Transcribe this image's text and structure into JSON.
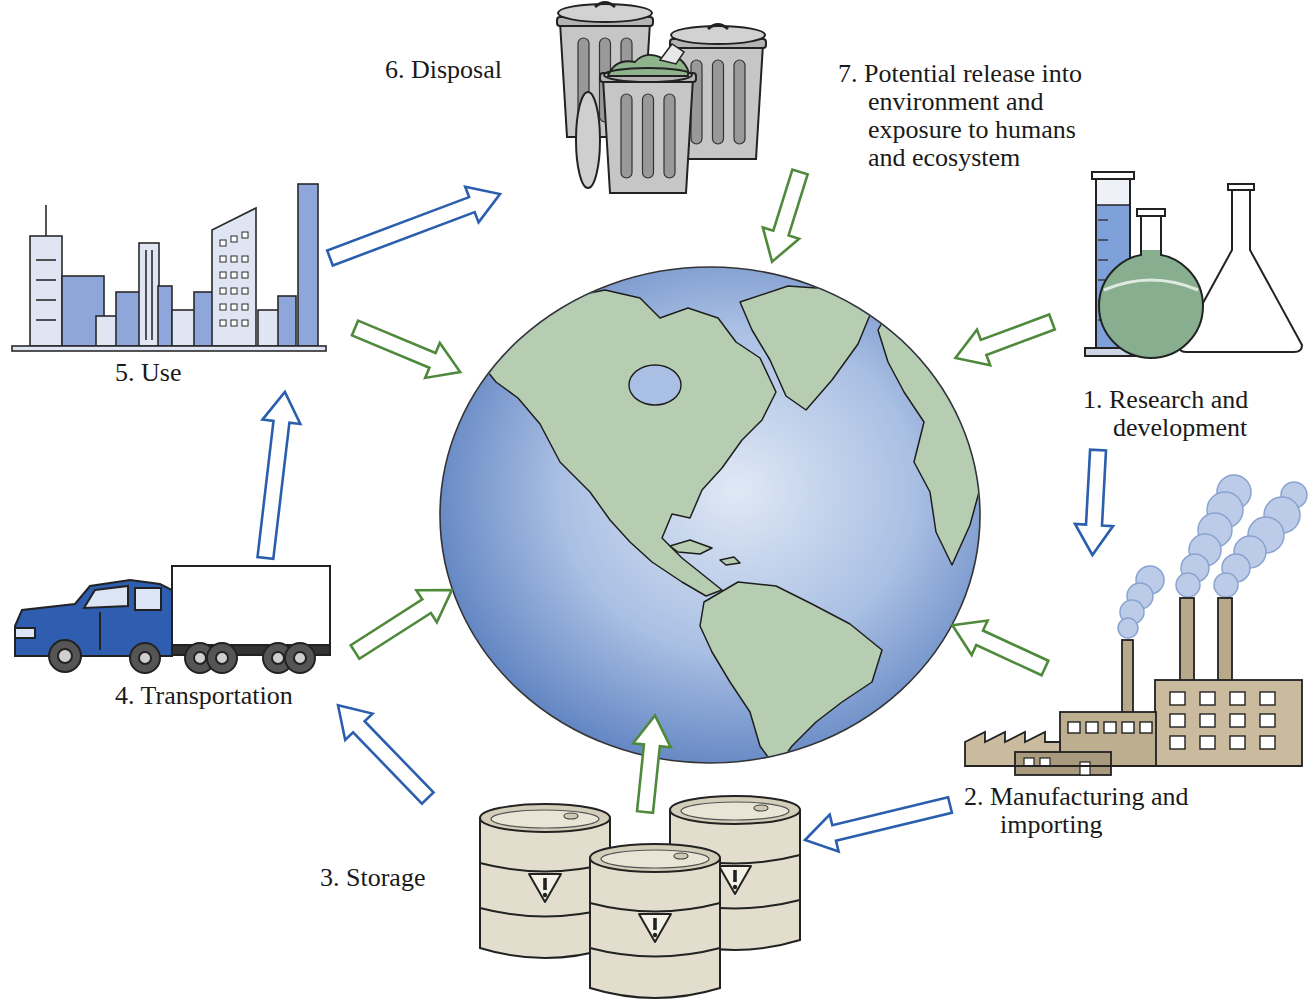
{
  "diagram": {
    "nodes": [
      {
        "text": [
          "1. Research and development"
        ]
      },
      {
        "text": [
          "2. Manufacturing and importing"
        ]
      },
      {
        "text": [
          "3. Storage"
        ]
      },
      {
        "text": [
          "4. Transportation"
        ]
      },
      {
        "text": [
          "5. Use"
        ]
      },
      {
        "text": [
          "6. Disposal"
        ]
      }
    ],
    "edges": [
      {
        "from": 0,
        "to": 1,
        "arrow": "to"
      },
      {
        "from": 1,
        "to": 2,
        "arrow": "to"
      },
      {
        "from": 2,
        "to": 3,
        "arrow": "to"
      },
      {
        "from": 3,
        "to": 4,
        "arrow": "to"
      },
      {
        "from": 4,
        "to": 5,
        "arrow": "to"
      }
    ],
    "labels": [
      "7. Potential release into environment and exposure to humans and ecosystem"
    ]
  }
}
